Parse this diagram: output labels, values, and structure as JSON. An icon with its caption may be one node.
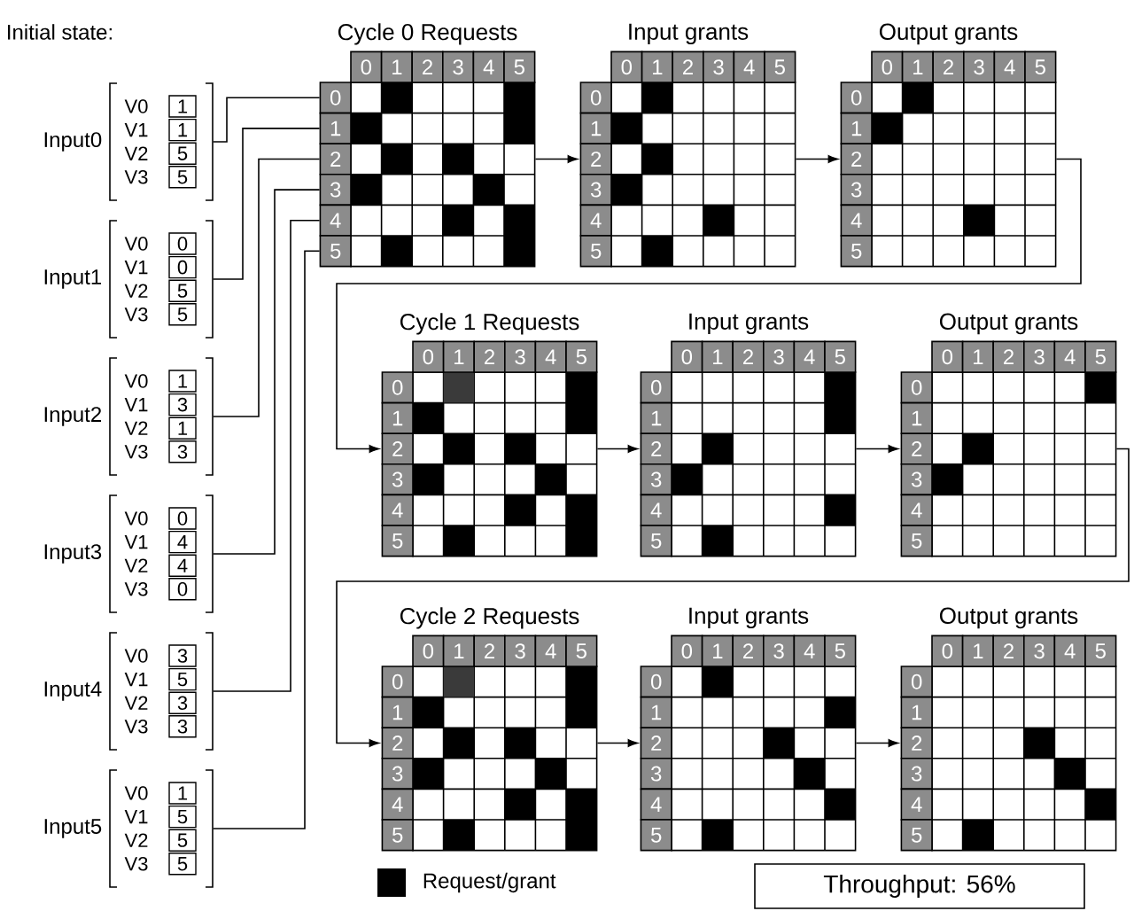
{
  "diagram": {
    "nodes": [
      {
        "text": [
          "Input0"
        ]
      },
      {
        "text": [
          "1"
        ],
        "beside": [
          "V0"
        ],
        "in": 0
      },
      {
        "text": [
          "1"
        ],
        "beside": [
          "V1"
        ],
        "in": 0
      },
      {
        "text": [
          "5"
        ],
        "beside": [
          "V2"
        ],
        "in": 0
      },
      {
        "text": [
          "5"
        ],
        "beside": [
          "V3"
        ],
        "in": 0
      },
      {
        "text": [
          "Input1"
        ]
      },
      {
        "text": [
          "0"
        ],
        "beside": [
          "V0"
        ],
        "in": 5
      },
      {
        "text": [
          "0"
        ],
        "beside": [
          "V1"
        ],
        "in": 5
      },
      {
        "text": [
          "5"
        ],
        "beside": [
          "V2"
        ],
        "in": 5
      },
      {
        "text": [
          "5"
        ],
        "beside": [
          "V3"
        ],
        "in": 5
      },
      {
        "text": [
          "Input2"
        ]
      },
      {
        "text": [
          "1"
        ],
        "beside": [
          "V0"
        ],
        "in": 10
      },
      {
        "text": [
          "3"
        ],
        "beside": [
          "V1"
        ],
        "in": 10
      },
      {
        "text": [
          "1"
        ],
        "beside": [
          "V2"
        ],
        "in": 10
      },
      {
        "text": [
          "3"
        ],
        "beside": [
          "V3"
        ],
        "in": 10
      },
      {
        "text": [
          "Input3"
        ]
      },
      {
        "text": [
          "0"
        ],
        "beside": [
          "V0"
        ],
        "in": 15
      },
      {
        "text": [
          "4"
        ],
        "beside": [
          "V1"
        ],
        "in": 15
      },
      {
        "text": [
          "4"
        ],
        "beside": [
          "V2"
        ],
        "in": 15
      },
      {
        "text": [
          "0"
        ],
        "beside": [
          "V3"
        ],
        "in": 15
      },
      {
        "text": [
          "Input4"
        ]
      },
      {
        "text": [
          "3"
        ],
        "beside": [
          "V0"
        ],
        "in": 20
      },
      {
        "text": [
          "5"
        ],
        "beside": [
          "V1"
        ],
        "in": 20
      },
      {
        "text": [
          "3"
        ],
        "beside": [
          "V2"
        ],
        "in": 20
      },
      {
        "text": [
          "3"
        ],
        "beside": [
          "V3"
        ],
        "in": 20
      },
      {
        "text": [
          "Input5"
        ]
      },
      {
        "text": [
          "1"
        ],
        "beside": [
          "V0"
        ],
        "in": 25
      },
      {
        "text": [
          "5"
        ],
        "beside": [
          "V1"
        ],
        "in": 25
      },
      {
        "text": [
          "5"
        ],
        "beside": [
          "V2"
        ],
        "in": 25
      },
      {
        "text": [
          "5"
        ],
        "beside": [
          "V3"
        ],
        "in": 25
      },
      {
        "text": [
          "Cycle 0 Requests",
          "0",
          "1",
          "2",
          "3",
          "4",
          "5",
          "0",
          "1",
          "2",
          "3",
          "4",
          "5"
        ]
      },
      {
        "text": [
          "Input grants",
          "0",
          "1",
          "2",
          "3",
          "4",
          "5",
          "0",
          "1",
          "2",
          "3",
          "4",
          "5"
        ]
      },
      {
        "text": [
          "Output grants",
          "0",
          "1",
          "2",
          "3",
          "4",
          "5",
          "0",
          "1",
          "2",
          "3",
          "4",
          "5"
        ]
      },
      {
        "text": [
          "Cycle 1 Requests",
          "0",
          "1",
          "2",
          "3",
          "4",
          "5",
          "0",
          "1",
          "2",
          "3",
          "4",
          "5"
        ]
      },
      {
        "text": [
          "Input grants",
          "0",
          "1",
          "2",
          "3",
          "4",
          "5",
          "0",
          "1",
          "2",
          "3",
          "4",
          "5"
        ]
      },
      {
        "text": [
          "Output grants",
          "0",
          "1",
          "2",
          "3",
          "4",
          "5",
          "0",
          "1",
          "2",
          "3",
          "4",
          "5"
        ]
      },
      {
        "text": [
          "Cycle 2 Requests",
          "0",
          "1",
          "2",
          "3",
          "4",
          "5",
          "0",
          "1",
          "2",
          "3",
          "4",
          "5"
        ]
      },
      {
        "text": [
          "Input grants",
          "0",
          "1",
          "2",
          "3",
          "4",
          "5",
          "0",
          "1",
          "2",
          "3",
          "4",
          "5"
        ]
      },
      {
        "text": [
          "Output grants",
          "0",
          "1",
          "2",
          "3",
          "4",
          "5",
          "0",
          "1",
          "2",
          "3",
          "4",
          "5"
        ]
      },
      {
        "text": [
          "Throughput: 56%"
        ]
      }
    ],
    "edges": [
      {
        "from": 0,
        "to": 30,
        "arrow": "none"
      },
      {
        "from": 5,
        "to": 30,
        "arrow": "none"
      },
      {
        "from": 10,
        "to": 30,
        "arrow": "none"
      },
      {
        "from": 15,
        "to": 30,
        "arrow": "none"
      },
      {
        "from": 20,
        "to": 30,
        "arrow": "none"
      },
      {
        "from": 25,
        "to": 30,
        "arrow": "none"
      },
      {
        "from": 30,
        "to": 31,
        "arrow": "to"
      },
      {
        "from": 31,
        "to": 32,
        "arrow": "to"
      },
      {
        "from": 32,
        "to": 33,
        "arrow": "to"
      },
      {
        "from": 33,
        "to": 34,
        "arrow": "to"
      },
      {
        "from": 34,
        "to": 35,
        "arrow": "to"
      },
      {
        "from": 35,
        "to": 36,
        "arrow": "to"
      },
      {
        "from": 36,
        "to": 37,
        "arrow": "to"
      },
      {
        "from": 37,
        "to": 38,
        "arrow": "to"
      }
    ],
    "labels": [
      "Initial state:"
    ],
    "legend": [
      {
        "text": "Request/grant",
        "color": "#000000"
      }
    ]
  }
}
